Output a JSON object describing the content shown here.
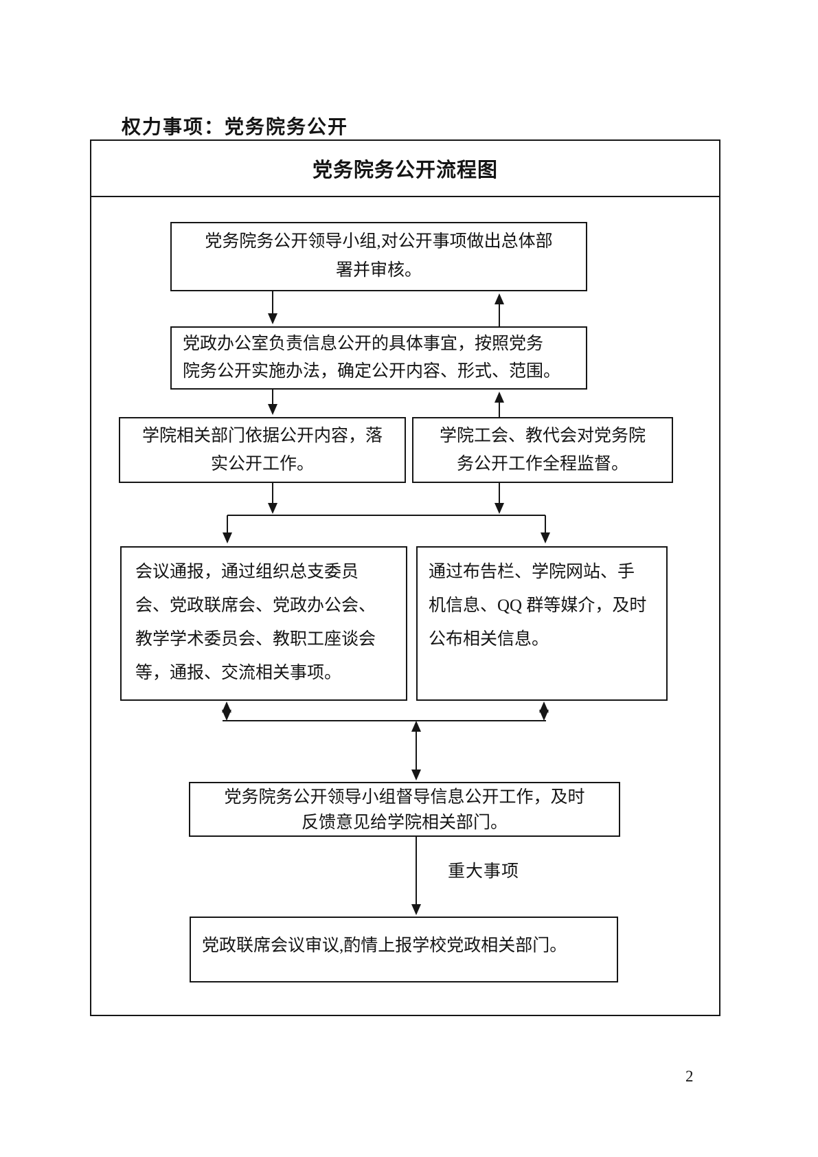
{
  "page": {
    "heading": "权力事项：党务院务公开",
    "page_number": "2"
  },
  "flowchart": {
    "title": "党务院务公开流程图",
    "nodes": {
      "leader_group": {
        "lines": [
          "党务院务公开领导小组,对公开事项做出总体部",
          "署并审核。"
        ]
      },
      "office": {
        "lines": [
          "党政办公室负责信息公开的具体事宜，按照党务",
          "院务公开实施办法，确定公开内容、形式、范围。"
        ]
      },
      "departments": {
        "lines": [
          "学院相关部门依据公开内容，落",
          "实公开工作。"
        ]
      },
      "union_supervision": {
        "lines": [
          "学院工会、教代会对党务院",
          "务公开工作全程监督。"
        ]
      },
      "meeting_report": {
        "lines": [
          "会议通报，通过组织总支委员",
          "会、党政联席会、党政办公会、",
          "教学学术委员会、教职工座谈会",
          "等，通报、交流相关事项。"
        ]
      },
      "media_publish": {
        "lines": [
          "通过布告栏、学院网站、手",
          "机信息、QQ 群等媒介，及时",
          "公布相关信息。"
        ]
      },
      "leader_feedback": {
        "lines": [
          "党务院务公开领导小组督导信息公开工作，及时",
          "反馈意见给学院相关部门。"
        ]
      },
      "joint_meeting": {
        "lines": [
          "党政联席会议审议,酌情上报学校党政相关部门。"
        ]
      }
    },
    "edge_labels": {
      "major_items": "重大事项"
    },
    "colors": {
      "line": "#161616",
      "background": "#ffffff",
      "text": "#141414"
    }
  }
}
